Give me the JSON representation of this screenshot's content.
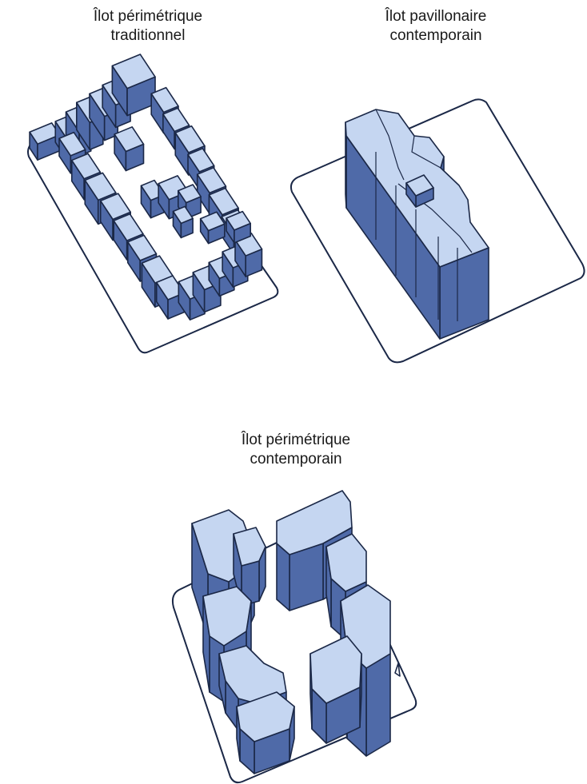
{
  "diagrams": [
    {
      "title_line1": "Îlot périmétrique",
      "title_line2": "traditionnel"
    },
    {
      "title_line1": "Îlot pavillonaire",
      "title_line2": "contemporain"
    },
    {
      "title_line1": "Îlot périmétrique",
      "title_line2": "contemporain"
    }
  ],
  "colors": {
    "roof": "#c5d6f1",
    "wall": "#4f6aa8",
    "outline": "#1b2847",
    "ground": "#ffffff"
  }
}
